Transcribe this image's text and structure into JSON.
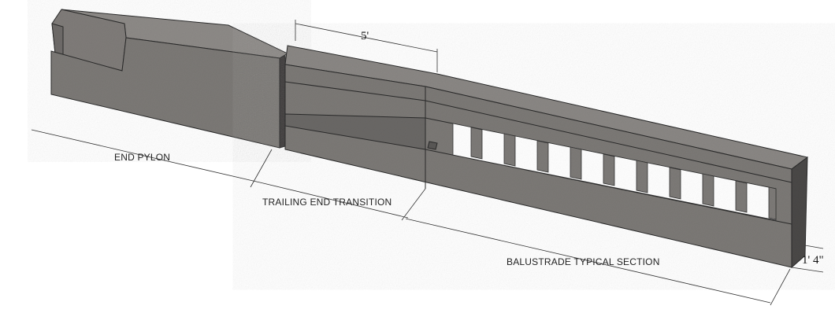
{
  "labels": {
    "end_pylon": "END PYLON",
    "trailing_end_transition": "TRAILING END TRANSITION",
    "balustrade_typical_section": "BALUSTRADE TYPICAL SECTION"
  },
  "dimensions": {
    "transition_length": "5'",
    "section_height": "1' 4\""
  },
  "colors": {
    "top_face": "#8a8784",
    "front_face": "#7b7875",
    "dark_face": "#4a4847",
    "opening": "#ffffff"
  }
}
